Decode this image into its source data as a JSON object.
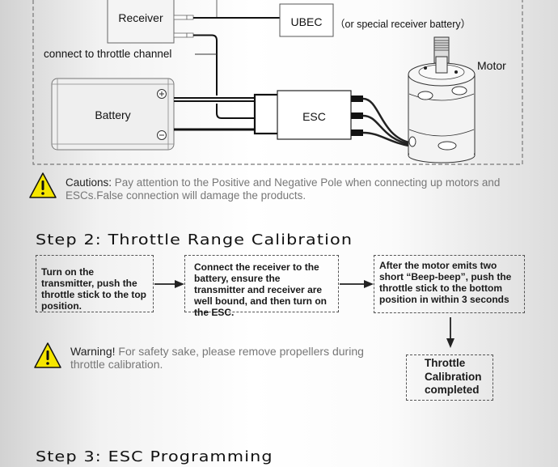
{
  "wiring_diagram": {
    "receiver_label": "Receiver",
    "ubec_label": "UBEC",
    "ubec_note": "（or special receiver battery）",
    "throttle_channel_note": "connect to throttle channel",
    "battery_label": "Battery",
    "battery_positive": "+",
    "battery_negative": "−",
    "esc_label": "ESC",
    "motor_label": "Motor"
  },
  "caution": {
    "icon": "warning-triangle-icon",
    "lead": "Cautions:",
    "text": " Pay attention to the Positive and Negative Pole when connecting up motors and ESCs.False connection will damage the products."
  },
  "step2": {
    "title": "Step 2: Throttle Range Calibration",
    "flow": [
      "Turn on the transmitter, push the throttle stick to the top position.",
      "Connect the receiver to the battery, ensure the transmitter and receiver are well bound, and then turn on the ESC.",
      "After the motor emits two short “Beep-beep”,  push the throttle stick to the bottom position in within 3 seconds",
      "Throttle Calibration completed"
    ],
    "warning": {
      "icon": "warning-triangle-icon",
      "lead": "Warning!",
      "text": " For safety sake, please remove propellers during throttle calibration."
    }
  },
  "step3": {
    "title": "Step 3: ESC Programming"
  },
  "colors": {
    "warning_yellow": "#f5e600",
    "text_gray": "#777777",
    "line_dark": "#111111"
  }
}
